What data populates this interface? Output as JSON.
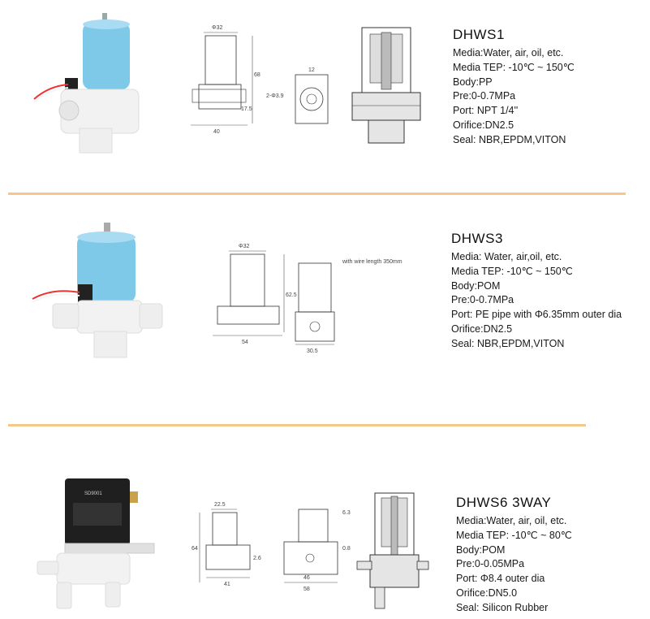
{
  "colors": {
    "separator": "#f5c78a",
    "valve_blue": "#7ec8e8",
    "valve_white": "#f2f2f2",
    "coil_black": "#1f1f1f"
  },
  "products": [
    {
      "model": "DHWS1",
      "specs": [
        "Media:Water, air, oil, etc.",
        "Media TEP: -10℃ ~ 150℃",
        "Body:PP",
        "Pre:0-0.7MPa",
        "Port: NPT 1/4''",
        "Orifice:DN2.5",
        "Seal: NBR,EPDM,VITON"
      ],
      "dims": [
        "Φ32",
        "68",
        "17.5",
        "40",
        "12",
        "2-Φ3.9"
      ]
    },
    {
      "model": "DHWS3",
      "specs": [
        "Media: Water, air,oil, etc.",
        "Media TEP: -10℃ ~ 150℃",
        "Body:POM",
        "Pre:0-0.7MPa",
        "Port: PE pipe with  Φ6.35mm outer dia",
        "Orifice:DN2.5",
        "Seal: NBR,EPDM,VITON"
      ],
      "dims": [
        "Φ32",
        "62.5",
        "54",
        "30.5"
      ],
      "note": "with wire length 350mm"
    },
    {
      "model": "DHWS6   3WAY",
      "specs": [
        "Media:Water, air, oil, etc.",
        "Media TEP: -10℃ ~ 80℃",
        "Body:POM",
        "Pre:0-0.05MPa",
        "Port:  Φ8.4 outer dia",
        "Orifice:DN5.0",
        "Seal: Silicon Rubber"
      ],
      "dims": [
        "22.5",
        "64",
        "2.6",
        "41",
        "6.3",
        "0.8",
        "46",
        "58"
      ],
      "coil_label": "SD9001"
    }
  ]
}
